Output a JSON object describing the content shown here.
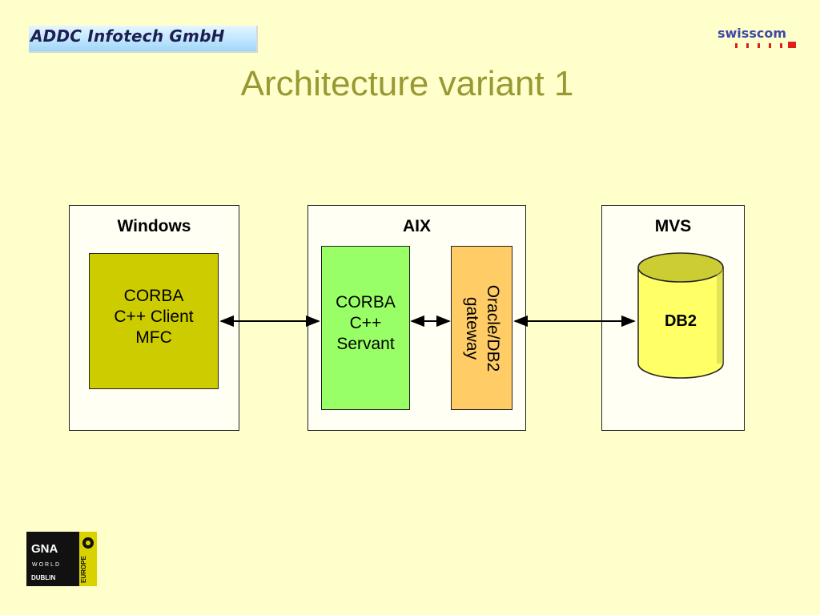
{
  "header": {
    "company_logo_text": "ADDC Infotech GmbH",
    "partner_logo_text": "swisscom"
  },
  "title": "Architecture variant 1",
  "diagram": {
    "panels": {
      "windows": {
        "label": "Windows"
      },
      "aix": {
        "label": "AIX"
      },
      "mvs": {
        "label": "MVS"
      }
    },
    "nodes": {
      "client": {
        "text": "CORBA\nC++ Client\nMFC",
        "color": "#cccc00"
      },
      "servant": {
        "text": "CORBA\nC++\nServant",
        "color": "#99ff66"
      },
      "gateway": {
        "text": "Oracle/DB2\ngateway",
        "color": "#ffcc66"
      },
      "database": {
        "text": "DB2",
        "color": "#ffff66",
        "icon": "database-cylinder-icon"
      }
    },
    "connections": [
      {
        "from": "client",
        "to": "servant",
        "type": "bidirectional"
      },
      {
        "from": "servant",
        "to": "gateway",
        "type": "bidirectional"
      },
      {
        "from": "gateway",
        "to": "database",
        "type": "bidirectional"
      }
    ]
  },
  "footer": {
    "badge_text": [
      "GNA",
      "WORLD",
      "DUBLIN",
      "EUROPE"
    ]
  },
  "colors": {
    "background": "#ffffcc",
    "title": "#999933"
  }
}
